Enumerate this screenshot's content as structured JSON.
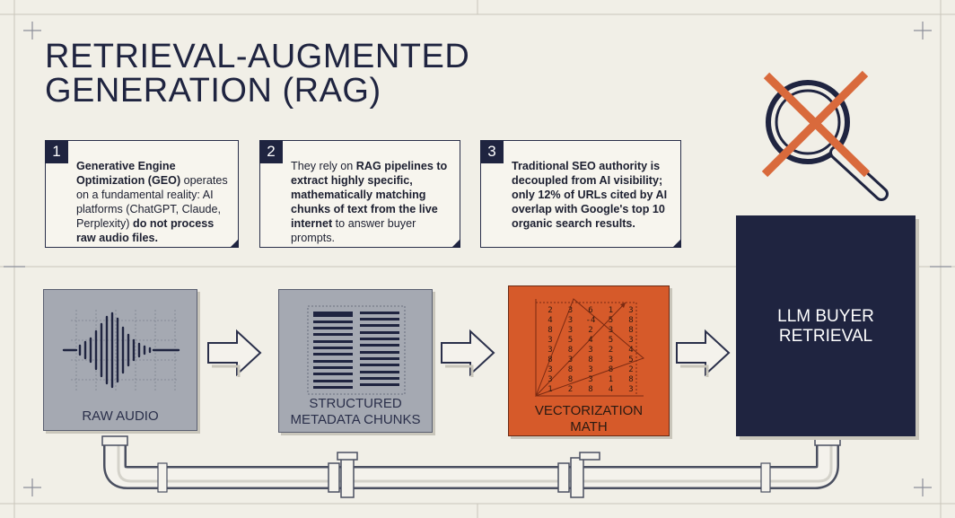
{
  "title": {
    "line1": "RETRIEVAL-AUGMENTED",
    "line2": "GENERATION (RAG)"
  },
  "cards": [
    {
      "num": "1",
      "segments": [
        {
          "t": "Generative Engine Optimization (GEO)",
          "b": true
        },
        {
          "t": " operates on a fundamental reality: AI platforms (ChatGPT, Claude, Perplexity) ",
          "b": false
        },
        {
          "t": "do not process raw audio files.",
          "b": true
        }
      ]
    },
    {
      "num": "2",
      "segments": [
        {
          "t": "They rely on ",
          "b": false
        },
        {
          "t": "RAG pipelines to extract highly specific, mathematically matching chunks of text from the live internet",
          "b": true
        },
        {
          "t": " to answer buyer prompts.",
          "b": false
        }
      ]
    },
    {
      "num": "3",
      "segments": [
        {
          "t": "Traditional SEO authority is decoupled from AI visibility; only 12% of URLs cited by AI overlap with Google's top 10 organic search results.",
          "b": true
        }
      ]
    }
  ],
  "stages": {
    "raw_audio": "RAW AUDIO",
    "metadata_line1": "STRUCTURED",
    "metadata_line2": "METADATA CHUNKS",
    "vector_line1": "VECTORIZATION",
    "vector_line2": "MATH",
    "llm_line1": "LLM BUYER",
    "llm_line2": "RETRIEVAL"
  },
  "matrix": [
    [
      "2",
      "3",
      "6",
      "1",
      "3"
    ],
    [
      "4",
      "3",
      "-4",
      "5",
      "8"
    ],
    [
      "8",
      "3",
      "2",
      "3",
      "8"
    ],
    [
      "3",
      "5",
      "4",
      "5",
      "3"
    ],
    [
      "3",
      "8",
      "3",
      "2",
      "4"
    ],
    [
      "8",
      "3",
      "8",
      "3",
      "5"
    ],
    [
      "3",
      "8",
      "3",
      "8",
      "2"
    ],
    [
      "3",
      "8",
      "3",
      "1",
      "8"
    ],
    [
      "1",
      "2",
      "8",
      "4",
      "3"
    ]
  ],
  "colors": {
    "navy": "#1f2440",
    "orange": "#d65a2a",
    "paper": "#f1efe7",
    "steel": "#9aa0ab",
    "steel_light": "#b5b9c1",
    "cross": "#d96a3c"
  },
  "icons": [
    "magnifier-crossed-icon",
    "waveform-icon",
    "document-grid-icon",
    "flow-arrow-icon",
    "pipe-icon"
  ]
}
